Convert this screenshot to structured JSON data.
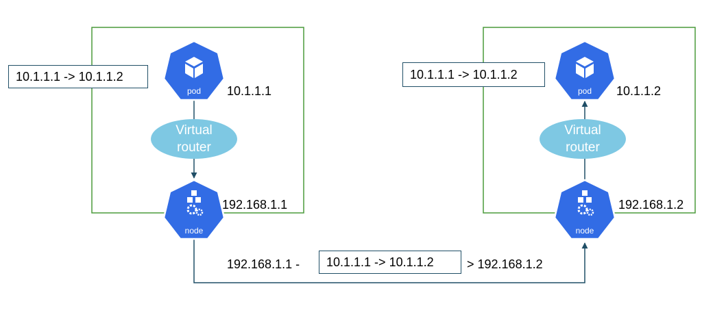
{
  "left_host": {
    "pod_label": "pod",
    "pod_ip": "10.1.1.1",
    "router_line1": "Virtual",
    "router_line2": "router",
    "node_label": "node",
    "node_ip": "192.168.1.1",
    "packet": "10.1.1.1 -> 10.1.1.2"
  },
  "right_host": {
    "pod_label": "pod",
    "pod_ip": "10.1.1.2",
    "router_line1": "Virtual",
    "router_line2": "router",
    "node_label": "node",
    "node_ip": "192.168.1.2",
    "packet": "10.1.1.1 -> 10.1.1.2"
  },
  "tunnel": {
    "outer_src": "192.168.1.1 -",
    "inner_packet": "10.1.1.1 -> 10.1.1.2",
    "outer_dst": "> 192.168.1.2"
  },
  "colors": {
    "host_border": "#4a9a3a",
    "k8s_blue": "#326ce5",
    "router_fill": "#7ec8e3",
    "connector": "#1f4e66"
  },
  "icons": {
    "pod": "cube-icon",
    "node": "gears-icon"
  }
}
